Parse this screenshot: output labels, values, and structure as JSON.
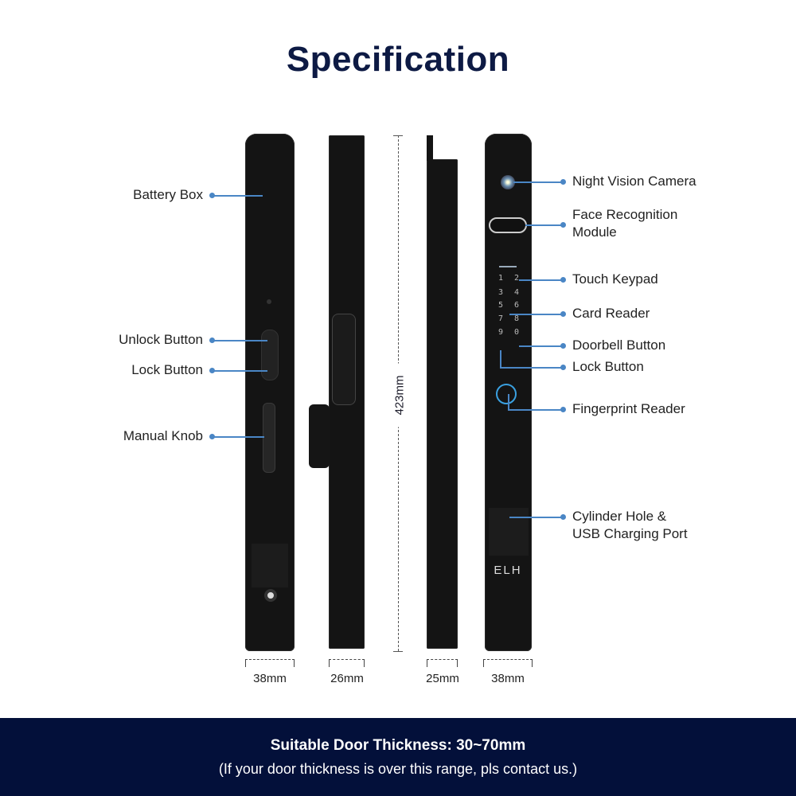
{
  "title": "Specification",
  "left_labels": {
    "battery_box": "Battery Box",
    "unlock_button": "Unlock Button",
    "lock_button": "Lock Button",
    "manual_knob": "Manual Knob"
  },
  "right_labels": {
    "night_vision_camera": "Night Vision Camera",
    "face_recognition_line1": "Face Recognition",
    "face_recognition_line2": "Module",
    "touch_keypad": "Touch Keypad",
    "card_reader": "Card Reader",
    "doorbell_button": "Doorbell Button",
    "lock_button": "Lock Button",
    "fingerprint_reader": "Fingerprint Reader",
    "cylinder_line1": "Cylinder Hole &",
    "cylinder_line2": "USB Charging Port"
  },
  "height_dimension": "423mm",
  "widths": [
    "38mm",
    "26mm",
    "25mm",
    "38mm"
  ],
  "keypad": [
    "1",
    "2",
    "3",
    "4",
    "5",
    "6",
    "7",
    "8",
    "9",
    "0"
  ],
  "logo": "ELH",
  "accent": "#4a86c5",
  "footer": {
    "line1": "Suitable Door Thickness: 30~70mm",
    "line2": "(If your door thickness is over this range, pls contact us.)"
  }
}
